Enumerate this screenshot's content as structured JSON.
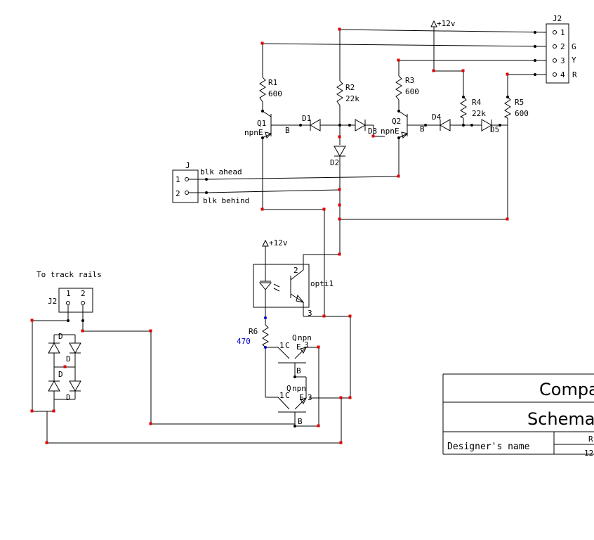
{
  "power": {
    "vcc_top": "+12v",
    "vcc_opto": "+12v"
  },
  "connectors": {
    "j2_top": {
      "ref": "J2",
      "pins": [
        "1",
        "2",
        "3",
        "4"
      ],
      "signals": [
        "G",
        "Y",
        "R"
      ]
    },
    "j_block": {
      "ref": "J",
      "pins": [
        "1",
        "2"
      ],
      "signals": [
        "blk ahead",
        "blk behind"
      ]
    },
    "j2_track": {
      "ref": "J2",
      "pins": [
        "1",
        "2"
      ],
      "caption": "To track rails"
    }
  },
  "resistors": [
    {
      "ref": "R1",
      "value": "600"
    },
    {
      "ref": "R2",
      "value": "22k"
    },
    {
      "ref": "R3",
      "value": "600"
    },
    {
      "ref": "R4",
      "value": "22k"
    },
    {
      "ref": "R5",
      "value": "600"
    },
    {
      "ref": "R6",
      "value": "470"
    }
  ],
  "diodes": [
    "D1",
    "D2",
    "D3",
    "D4",
    "D5"
  ],
  "bridge_diodes": [
    "D",
    "D",
    "D",
    "D"
  ],
  "transistors": {
    "q1": {
      "ref": "Q1",
      "type": "npn",
      "pin_b": "B",
      "pin_e": "E"
    },
    "q2": {
      "ref": "Q2",
      "type": "npn",
      "pin_b": "B",
      "pin_e": "E"
    },
    "q3": {
      "ref": "Q",
      "type": "npn",
      "pins": [
        "1",
        "C",
        "E",
        "3",
        "B"
      ]
    },
    "q4": {
      "ref": "Q",
      "type": "npn",
      "pins": [
        "1",
        "C",
        "E",
        "3",
        "B"
      ]
    }
  },
  "opto": {
    "ref": "opti1",
    "pins": [
      "2",
      "3"
    ]
  },
  "title_block": {
    "company": "Compa",
    "title": "Schema",
    "designer_label": "Designer's name",
    "rev_label": "R",
    "rev_value": "12"
  }
}
